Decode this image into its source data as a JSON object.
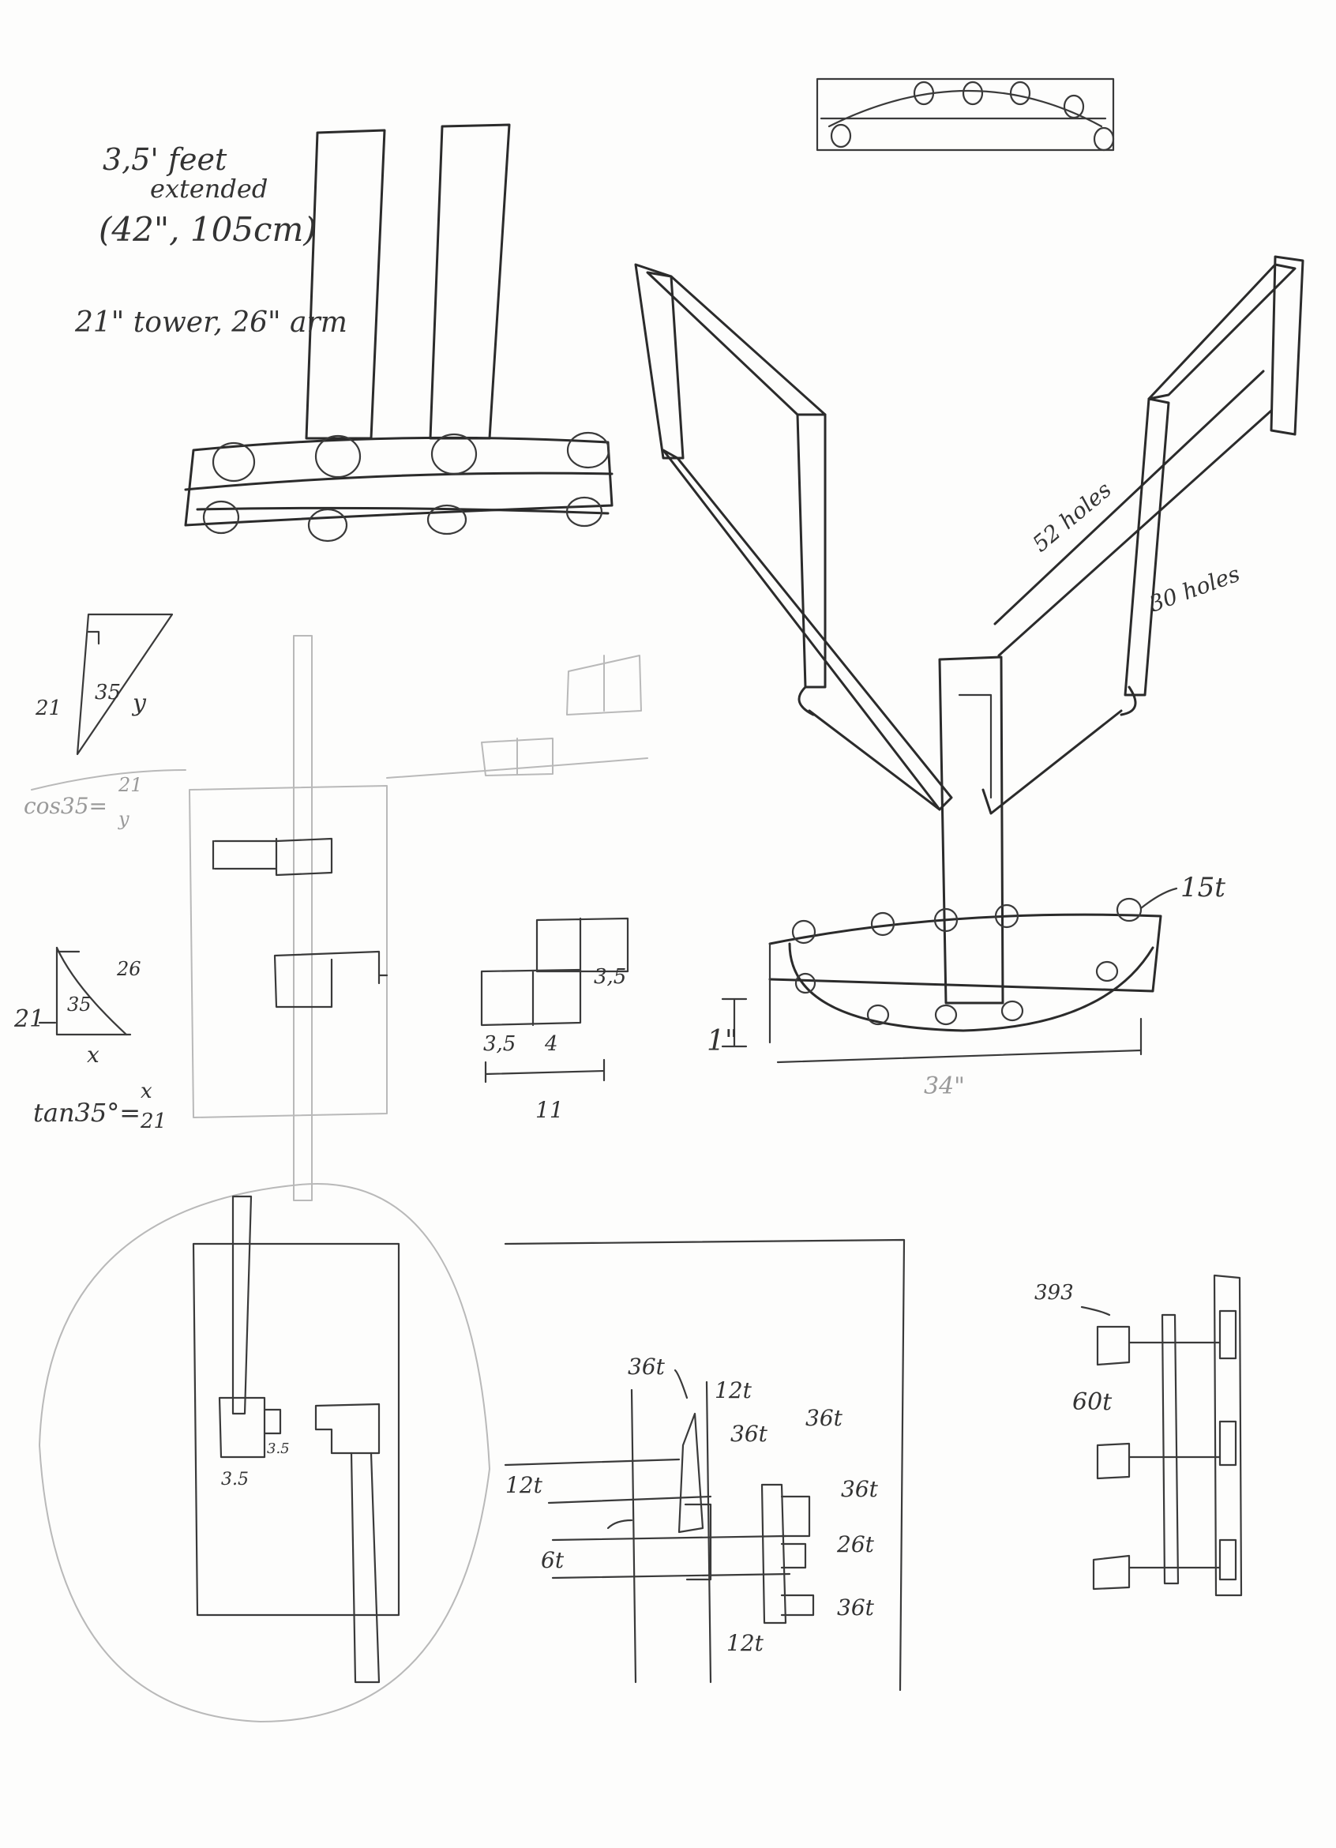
{
  "notes": {
    "length_line1": "3,5' feet",
    "length_line2": "extended",
    "length_line3": "(42\", 105cm)",
    "tower_arm": "21\" tower, 26\" arm",
    "cos_eq": "cos35=",
    "cos_num": "21",
    "cos_den": "y",
    "tan_eq": "tan35°=",
    "tan_num": "x",
    "tan_den": "21"
  },
  "triangle1": {
    "side": "21",
    "angle": "35",
    "hyp": "y"
  },
  "triangle2": {
    "hyp": "26",
    "angle": "35",
    "side": "21",
    "base": "x"
  },
  "blocks": {
    "a": "3,5",
    "b": "4",
    "c": "3,5",
    "total": "11"
  },
  "y_frame": {
    "holes52": "52 holes",
    "holes30": "30 holes",
    "teeth": "15t",
    "height": "1\"",
    "width": "34\""
  },
  "circle_detail": {
    "a": "3.5",
    "b": "3.5"
  },
  "gear_detail": {
    "g1": "36t",
    "g2": "12t",
    "g3": "36t",
    "g4": "36t",
    "g5": "12t",
    "g6": "6t",
    "g7": "36t",
    "g8": "26t",
    "g9": "36t",
    "g10": "12t"
  },
  "right_detail": {
    "top": "393",
    "mid": "60t"
  }
}
